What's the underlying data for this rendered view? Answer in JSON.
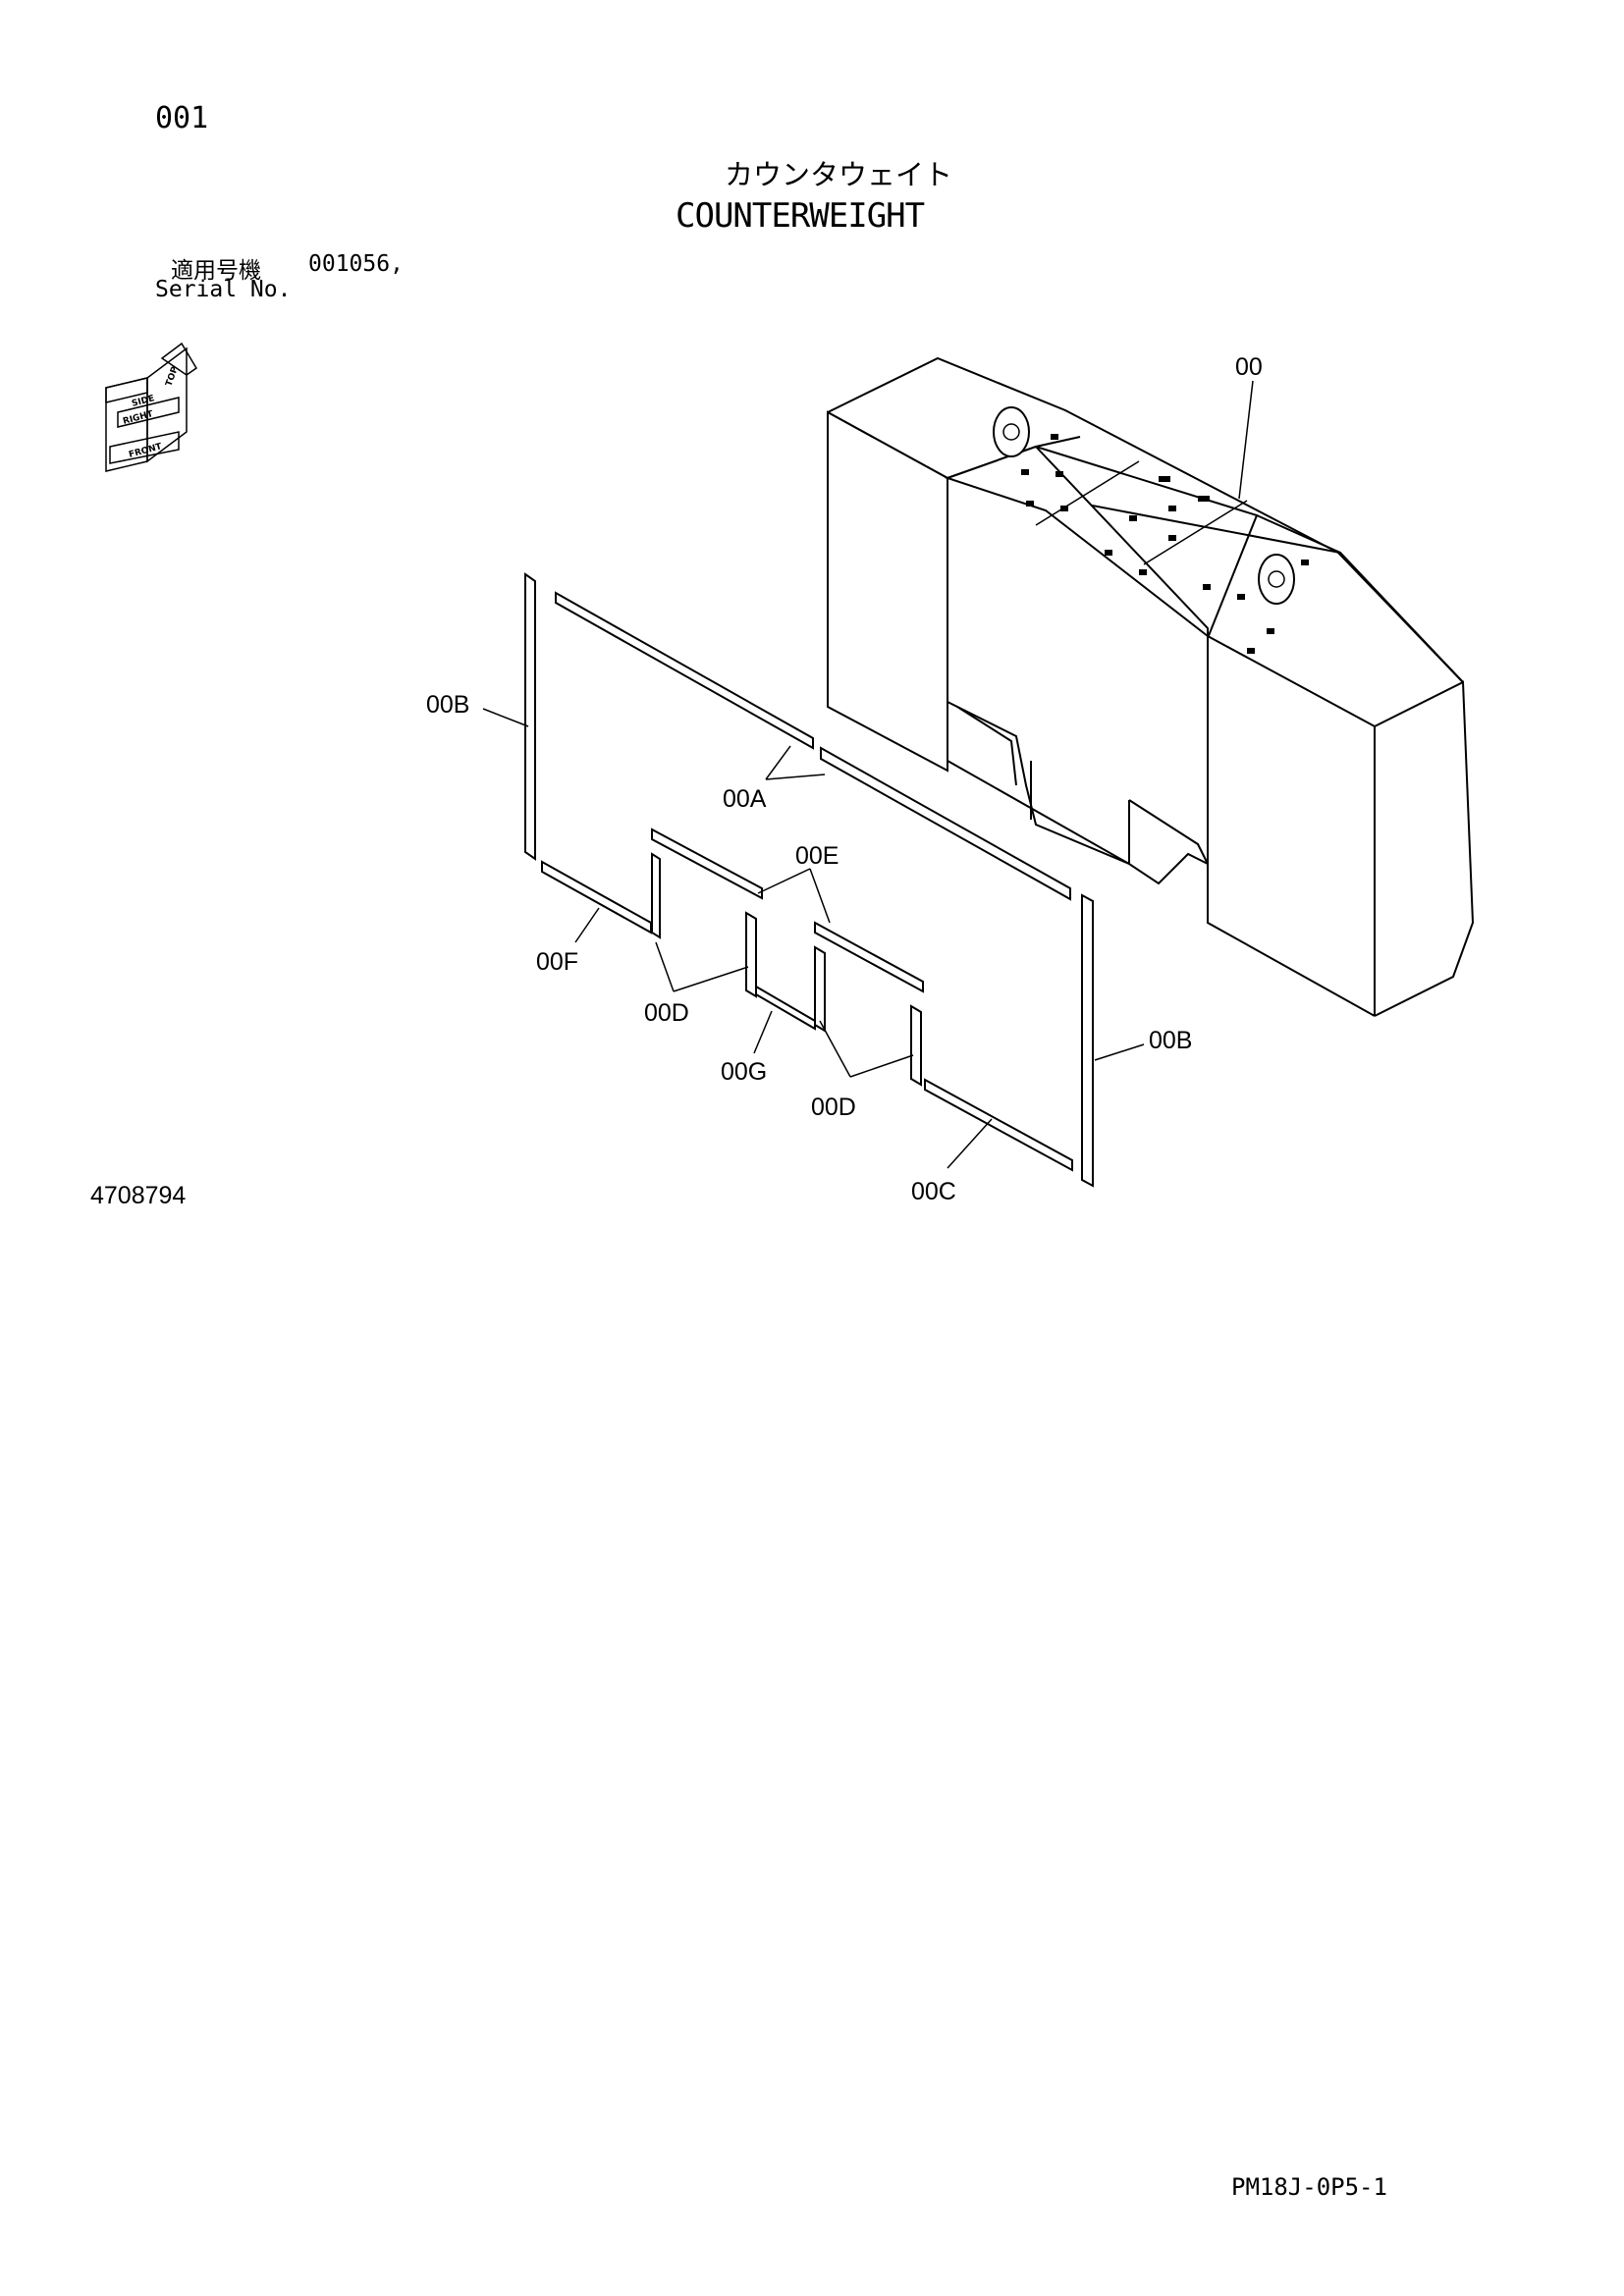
{
  "page": {
    "page_number": "001",
    "title_japanese": "カウンタウェイト",
    "title_english": "COUNTERWEIGHT",
    "serial_label_japanese": "適用号機",
    "serial_value": "001056,",
    "serial_label_english": "Serial No.",
    "drawing_number": "4708794",
    "sheet_code": "PM18J-0P5-1"
  },
  "orientation_icon": {
    "labels": [
      "TOP",
      "SIDE",
      "RIGHT",
      "FRONT"
    ]
  },
  "callouts": {
    "c00": "00",
    "c00B_left": "00B",
    "c00A": "00A",
    "c00E": "00E",
    "c00F": "00F",
    "c00D_left": "00D",
    "c00G": "00G",
    "c00D_right": "00D",
    "c00B_right": "00B",
    "c00C": "00C"
  }
}
